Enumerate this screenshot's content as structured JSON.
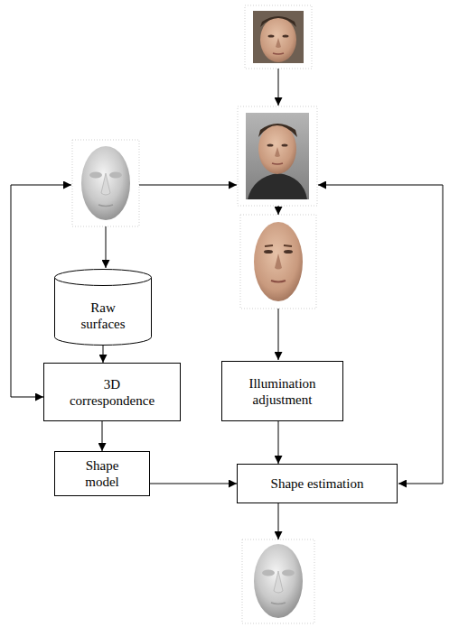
{
  "diagram": {
    "nodes": [
      {
        "text": [
          "Raw surfaces"
        ]
      },
      {
        "text": [
          "3D correspondence"
        ]
      },
      {
        "text": [
          "Shape model"
        ]
      },
      {
        "text": [
          "Illumination adjustment"
        ]
      },
      {
        "text": [
          "Shape estimation"
        ]
      }
    ],
    "edges": [
      {
        "from": 0,
        "to": 1,
        "arrow": "to"
      },
      {
        "from": 1,
        "to": 2,
        "arrow": "to"
      },
      {
        "from": 2,
        "to": 4,
        "arrow": "to"
      },
      {
        "from": 3,
        "to": 4,
        "arrow": "to"
      }
    ]
  }
}
